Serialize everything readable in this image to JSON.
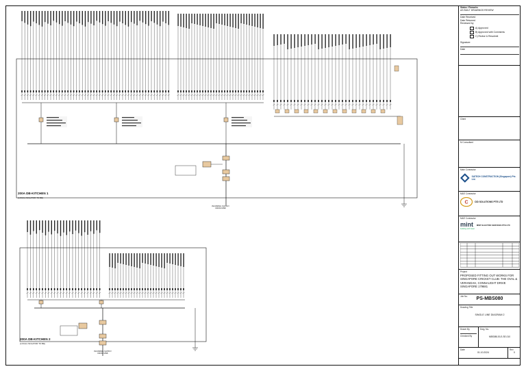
{
  "boards": [
    {
      "title": "200A DB-KITCHEN 1",
      "subtitle": "(LOCAL ISOLATOR TO BE)"
    },
    {
      "title": "200A DB-KITCHEN 2",
      "subtitle": "(LOCAL ISOLATOR TO BE)"
    }
  ],
  "notes": {
    "incoming_1": "INCOMING SUPPLY\nFROM MSB",
    "incoming_2": "INCOMING SUPPLY\nFROM MSB"
  },
  "title_block": {
    "status_label": "Status / Remarks",
    "status_lines": [
      "AS BUILT DRAWINGS REVIEW",
      "Date Received",
      "Date Returned",
      "Reviewed by"
    ],
    "check_options": [
      "A) Approved",
      "B) Approved with Comments",
      "C) Revise & Resubmit"
    ],
    "signature_label": "Signature",
    "date_label": "Date",
    "client_label": "Client",
    "consultant_label": "M Consultant",
    "main_contractor_label": "Main Contractor",
    "main_contractor_name": "SATECH CONSTRUCTION (Singapore) Pte. Ltd.",
    "mep_contractor_label": "M&E Contractor",
    "mep_contractor_name": "CID SOLUTIONS PTE LTD",
    "ma_contractor_label": "M&E Contractor",
    "mint_name": "mint",
    "mint_tagline": "building with heart",
    "mint_company": "MINT ELECTRIC SERVICES PTE LTD",
    "project_label": "Project",
    "project_text": "PROPOSED FITTING OUT WORKS FOR SINGAPORE CRICKET CLUB: THE OVAL & VERANDAH, CONNAUGHT DRIVE SINGAPORE 179681",
    "jobno_label": "Job No.",
    "drawing_number": "PS-MBS080",
    "drawing_title_label": "Drawing Title",
    "drawing_title": "SINGLE LINE DIAGRAM 2",
    "drawn_by_label": "Drawn By",
    "dwg_no_label": "Dwg. No.",
    "dwg_no": "MBS080-ELE-SE-010",
    "checked_by_label": "Checked By",
    "date2_label": "Date",
    "rev_label": "Rev",
    "date_value": "01.10.2024",
    "rev_value": "0"
  }
}
